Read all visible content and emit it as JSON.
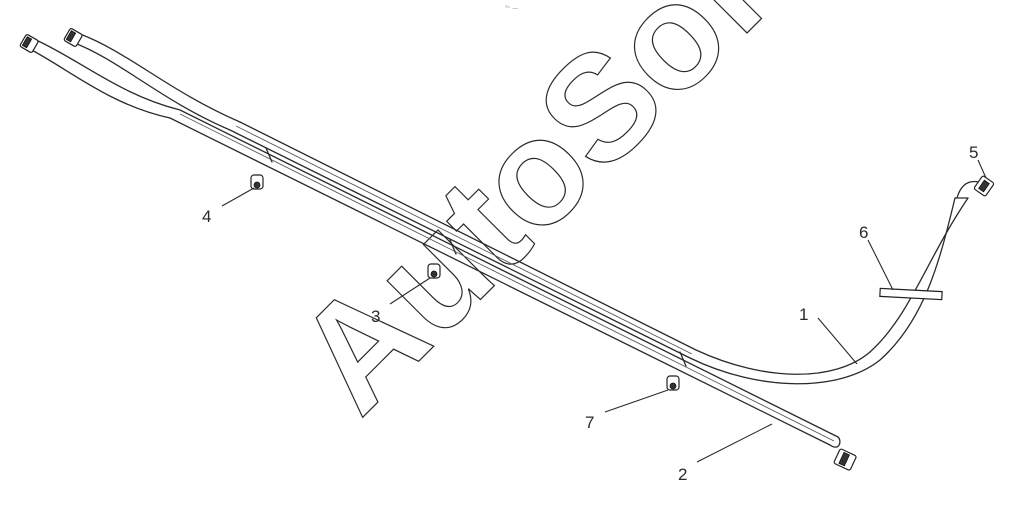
{
  "diagram": {
    "callouts": [
      {
        "id": "1",
        "label": "1"
      },
      {
        "id": "2",
        "label": "2"
      },
      {
        "id": "3",
        "label": "3"
      },
      {
        "id": "4",
        "label": "4"
      },
      {
        "id": "5",
        "label": "5"
      },
      {
        "id": "6",
        "label": "6"
      },
      {
        "id": "7",
        "label": "7"
      }
    ],
    "watermark": "AutoSoft",
    "top_mark": "°ᶜ —"
  },
  "colors": {
    "line": "#2a2a2a",
    "background": "#ffffff"
  }
}
